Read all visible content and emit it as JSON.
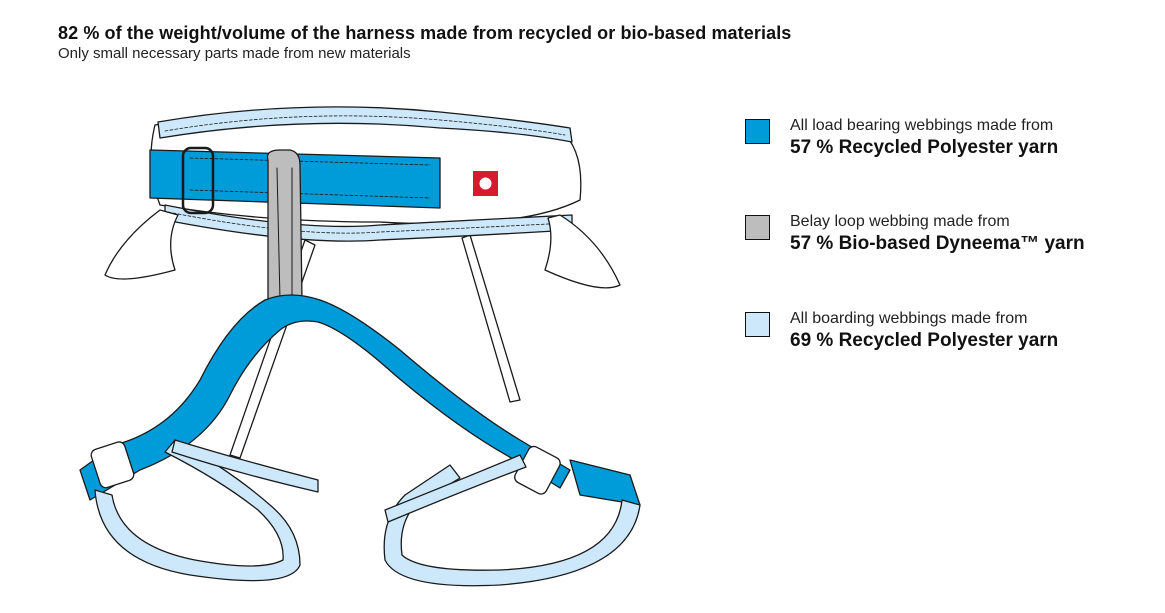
{
  "header": {
    "title": "82 % of the weight/volume of the harness made from recycled or bio-based materials",
    "subtitle": "Only small necessary parts made from new materials"
  },
  "colors": {
    "load_bearing": "#009bd9",
    "belay_loop": "#bdbdbd",
    "boarding": "#cde8fb",
    "logo_red": "#d71a30",
    "outline": "#1a1a1a"
  },
  "figure": {
    "subject": "climbing harness illustration",
    "logo_icon": "brand-logo-icon"
  },
  "legend": {
    "items": [
      {
        "line1": "All load bearing webbings made from",
        "line2": "57 % Recycled Polyester yarn",
        "color": "#009bd9"
      },
      {
        "line1": "Belay loop webbing made from",
        "line2": "57 % Bio-based Dyneema™ yarn",
        "color": "#bdbdbd"
      },
      {
        "line1": "All boarding webbings made from",
        "line2": "69 % Recycled Polyester yarn",
        "color": "#cde8fb"
      }
    ]
  }
}
